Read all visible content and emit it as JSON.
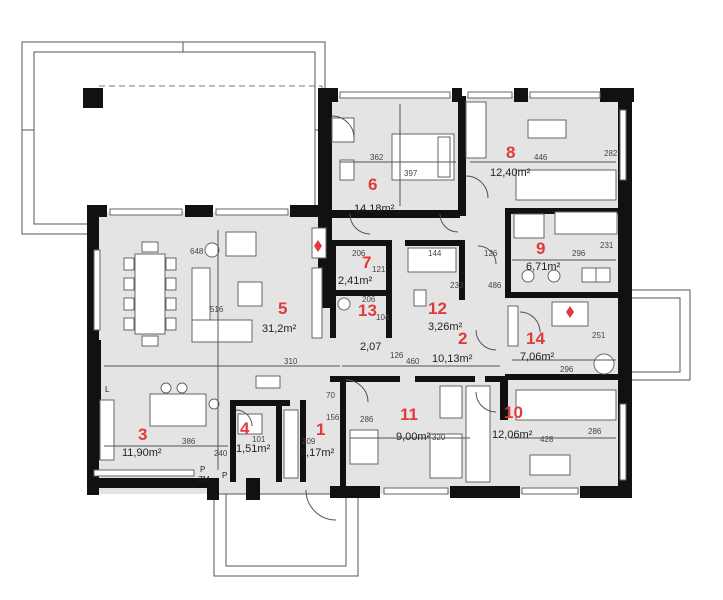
{
  "rooms": [
    {
      "num": "1",
      "area": "3,17m²"
    },
    {
      "num": "2",
      "area": "10,13m²"
    },
    {
      "num": "3",
      "area": "11,90m²"
    },
    {
      "num": "4",
      "area": "1,51m²"
    },
    {
      "num": "5",
      "area": "31,2m²"
    },
    {
      "num": "6",
      "area": "14,18m²"
    },
    {
      "num": "7",
      "area": "2,41m²"
    },
    {
      "num": "8",
      "area": "12,40m²"
    },
    {
      "num": "9",
      "area": "6,71m²"
    },
    {
      "num": "10",
      "area": "12,06m²"
    },
    {
      "num": "11",
      "area": "9,00m²"
    },
    {
      "num": "12",
      "area": "3,26m²"
    },
    {
      "num": "13",
      "area": "2,07"
    },
    {
      "num": "14",
      "area": "7,06m²"
    }
  ],
  "dimensions": [
    "362",
    "397",
    "446",
    "282",
    "206",
    "121",
    "144",
    "648",
    "516",
    "233",
    "486",
    "126",
    "296",
    "231",
    "251",
    "206",
    "104",
    "310",
    "126",
    "460",
    "386",
    "240",
    "101",
    "156",
    "209",
    "70",
    "286",
    "320",
    "428",
    "286",
    "296"
  ],
  "labels": {
    "p": "P",
    "zm": "ZM",
    "p2": "P",
    "l": "L"
  },
  "colors": {
    "floor": "#e4e4e4",
    "wall": "#111111",
    "room_number": "#e23a3a"
  }
}
